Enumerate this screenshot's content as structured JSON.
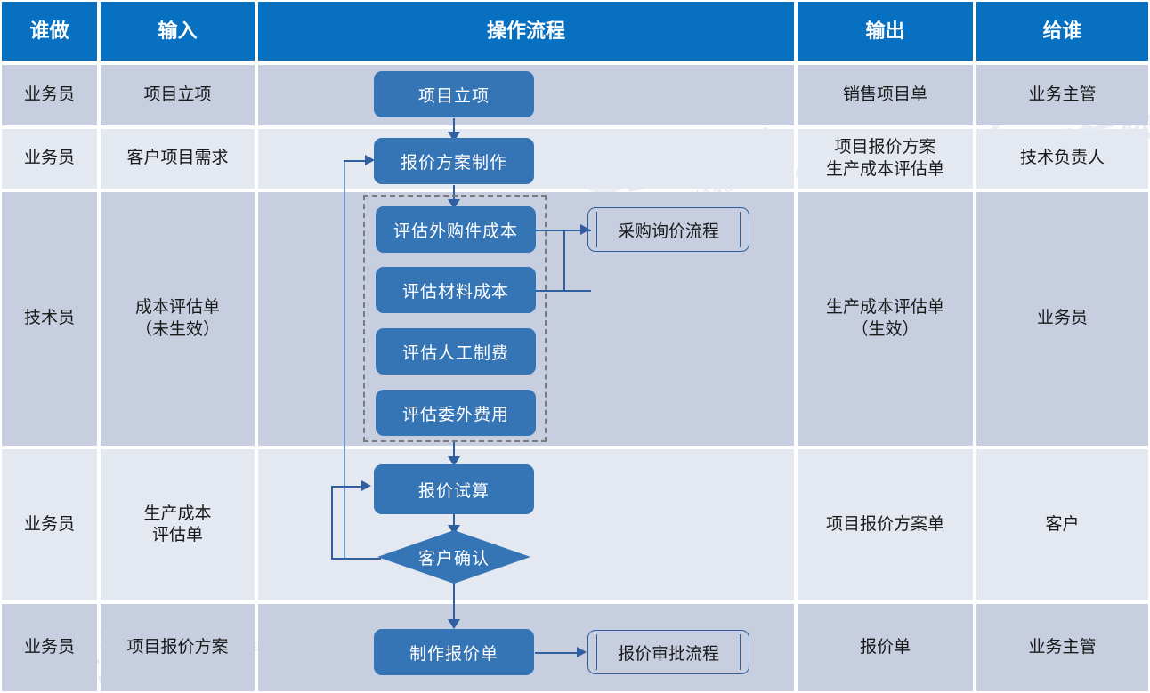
{
  "table": {
    "headers": [
      {
        "label": "谁做"
      },
      {
        "label": "输入"
      },
      {
        "label": "操作流程"
      },
      {
        "label": "输出"
      },
      {
        "label": "给谁"
      }
    ],
    "rows": [
      {
        "who": "业务员",
        "input": "项目立项",
        "output": "销售项目单",
        "to": "业务主管"
      },
      {
        "who": "业务员",
        "input": "客户项目需求",
        "output": "项目报价方案\n生产成本评估单",
        "to": "技术负责人"
      },
      {
        "who": "技术员",
        "input": "成本评估单\n（未生效）",
        "output": "生产成本评估单\n（生效）",
        "to": "业务员"
      },
      {
        "who": "业务员",
        "input": "生产成本\n评估单",
        "output": "项目报价方案单",
        "to": "客户"
      },
      {
        "who": "业务员",
        "input": "项目报价方案",
        "output": "报价单",
        "to": "业务主管"
      }
    ]
  },
  "flow": {
    "nodes": [
      {
        "id": "project-setup",
        "label": "项目立项",
        "type": "process"
      },
      {
        "id": "quote-plan",
        "label": "报价方案制作",
        "type": "process"
      },
      {
        "id": "eval-purchased-cost",
        "label": "评估外购件成本",
        "type": "process"
      },
      {
        "id": "eval-material-cost",
        "label": "评估材料成本",
        "type": "process"
      },
      {
        "id": "eval-labor-cost",
        "label": "评估人工制费",
        "type": "process"
      },
      {
        "id": "eval-outsource-cost",
        "label": "评估委外费用",
        "type": "process"
      },
      {
        "id": "purchase-inquiry",
        "label": "采购询价流程",
        "type": "subprocess"
      },
      {
        "id": "quote-trial",
        "label": "报价试算",
        "type": "process"
      },
      {
        "id": "customer-confirm",
        "label": "客户确认",
        "type": "decision"
      },
      {
        "id": "make-quotation",
        "label": "制作报价单",
        "type": "process"
      },
      {
        "id": "quote-approval",
        "label": "报价审批流程",
        "type": "subprocess"
      }
    ]
  },
  "watermark": {
    "primary": "正航软件",
    "secondary": "CHANG HANG SOFTWARE"
  },
  "colors": {
    "header_blue": "#0770c0",
    "box_blue": "#3575b5",
    "band_dark": "#c7cedf",
    "band_light": "#e3e8f1",
    "connector": "#2f5f9e",
    "dash_border": "#7a7a7a"
  }
}
